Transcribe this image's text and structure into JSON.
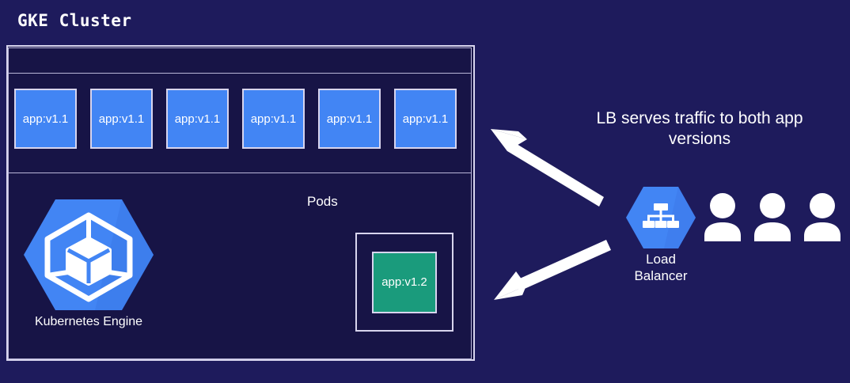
{
  "title": "GKE Cluster",
  "colors": {
    "background": "#1e1b5c",
    "panel": "#171446",
    "border": "#d8d5ee",
    "pod_v1_fill": "#4285f4",
    "pod_v2_fill": "#1a9b7c",
    "hexagon_fill": "#4285f4",
    "arrow": "#ffffff",
    "text": "#ffffff"
  },
  "cluster": {
    "pods_label": "Pods",
    "pods_v1": [
      {
        "label": "app:v1.1"
      },
      {
        "label": "app:v1.1"
      },
      {
        "label": "app:v1.1"
      },
      {
        "label": "app:v1.1"
      },
      {
        "label": "app:v1.1"
      },
      {
        "label": "app:v1.1"
      }
    ],
    "pod_v2": {
      "label": "app:v1.2"
    },
    "engine": {
      "label": "Kubernetes Engine",
      "icon": "kubernetes-engine-hexagon-icon"
    }
  },
  "right_panel": {
    "caption_line1": "LB serves traffic to both app",
    "caption_line2": "versions",
    "load_balancer": {
      "label_line1": "Load",
      "label_line2": "Balancer",
      "icon": "load-balancer-hexagon-icon"
    },
    "users": [
      {
        "icon": "user-icon"
      },
      {
        "icon": "user-icon"
      },
      {
        "icon": "user-icon"
      }
    ]
  },
  "arrows": [
    {
      "name": "arrow-lb-to-v1-pods",
      "direction": "up-left"
    },
    {
      "name": "arrow-lb-to-v2-pod",
      "direction": "down-left"
    }
  ]
}
